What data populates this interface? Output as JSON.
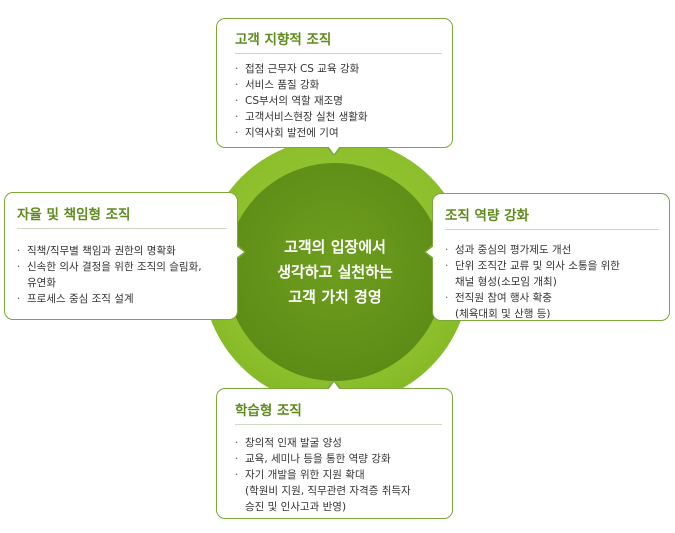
{
  "center": {
    "line1": "고객의 입장에서",
    "line2": "생각하고 실천하는",
    "line3": "고객 가치 경영"
  },
  "boxes": {
    "top": {
      "title": "고객 지향적 조직",
      "items": [
        "접점 근무자 CS 교육 강화",
        "서비스 품질 강화",
        "CS부서의 역할 재조명",
        "고객서비스현장 실천 생활화",
        "지역사회 발전에 기여"
      ]
    },
    "left": {
      "title": "자율 및 책임형 조직",
      "items": [
        "직책/직무별 책임과 권한의 명확화",
        "신속한 의사 결정을 위한 조직의 슬림화,",
        "프로세스 중심 조직 설계"
      ],
      "item2_cont": "유연화"
    },
    "right": {
      "title": "조직 역량 강화",
      "items": [
        "성과 중심의 평가제도 개선",
        "단위 조직간 교류 및 의사 소통을 위한",
        "전직원 참여 행사 확충"
      ],
      "item2_cont": "채널 형성(소모임 개최)",
      "item3_cont": "(체육대회 및 산행 등)"
    },
    "bottom": {
      "title": "학습형 조직",
      "items": [
        "창의적 인재 발굴 양성",
        "교육, 세미나 등을 통한 역량 강화",
        "자기 개발을 위한 지원 확대"
      ],
      "item3_cont1": "(학원비 지원, 직무관련 자격증 취득자",
      "item3_cont2": "승진 및 인사고과 반영)"
    }
  },
  "colors": {
    "outer_ring": "#8cbf2b",
    "inner_circle": "#5e8d17",
    "title_green": "#5f8b1c",
    "border_green": "#7aa83a"
  }
}
